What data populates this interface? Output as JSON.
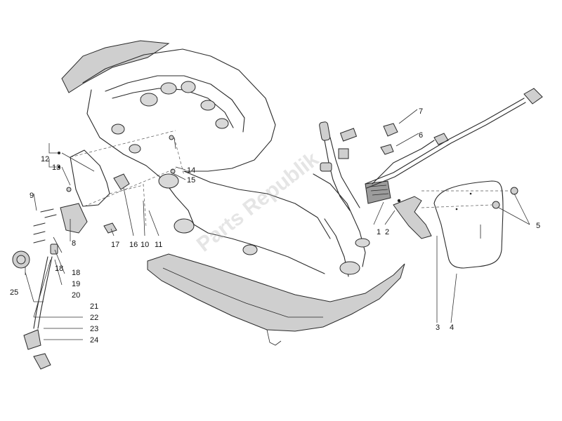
{
  "watermark": "Parts Republik",
  "callouts": {
    "c1": "1",
    "c2": "2",
    "c3": "3",
    "c4": "4",
    "c5": "5",
    "c6": "6",
    "c7": "7",
    "c8": "8",
    "c9": "9",
    "c10": "10",
    "c11": "11",
    "c12": "12",
    "c13": "13",
    "c14": "14",
    "c15": "15",
    "c16": "16",
    "c17": "17",
    "c18a": "18",
    "c18b": "18",
    "c19": "19",
    "c20": "20",
    "c21": "21",
    "c22": "22",
    "c23": "23",
    "c24": "24",
    "c25": "25"
  }
}
